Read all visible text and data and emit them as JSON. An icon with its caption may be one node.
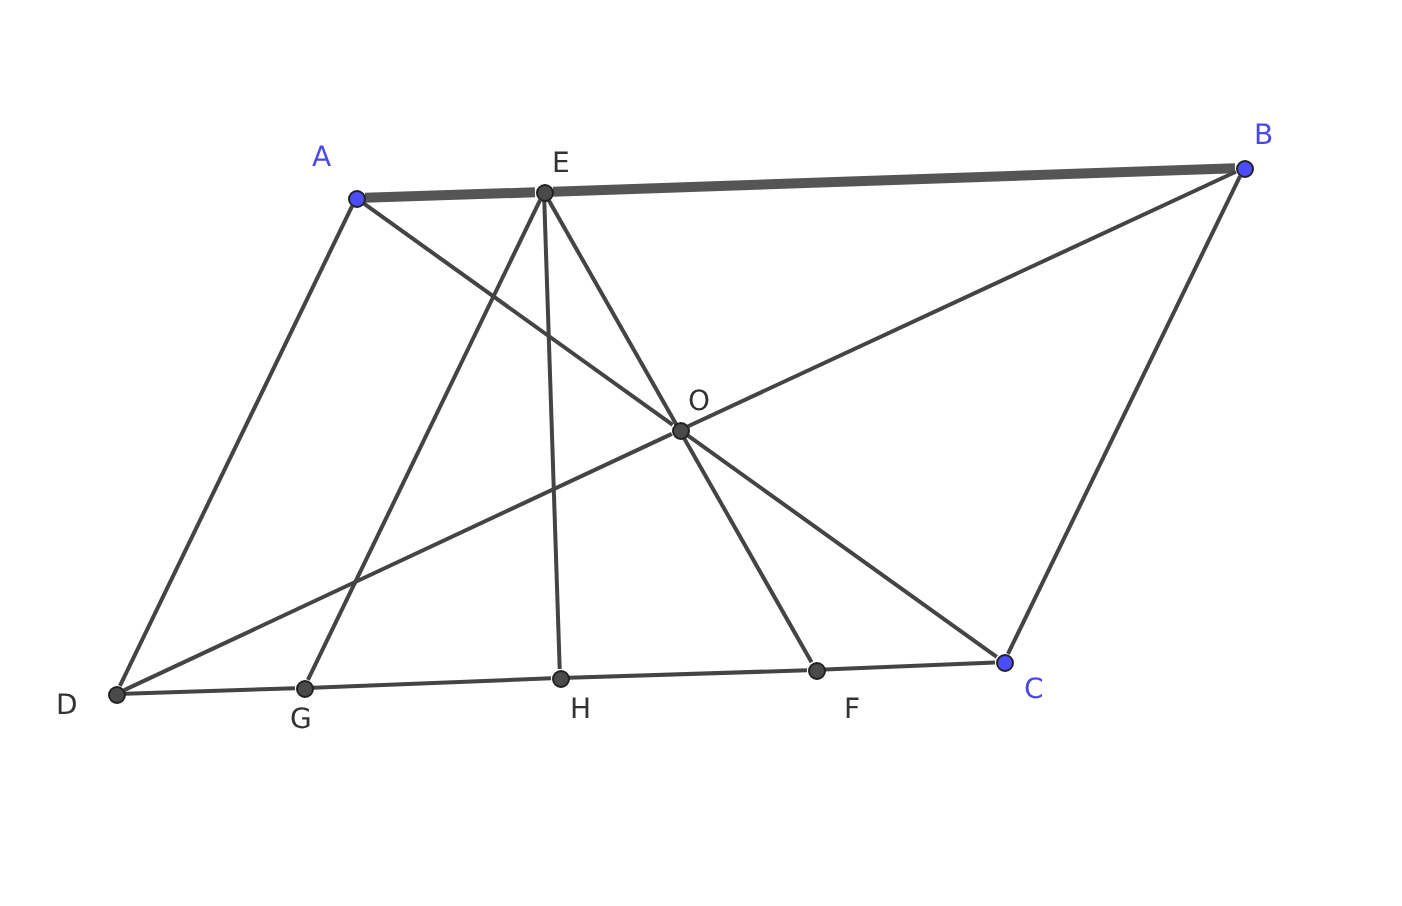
{
  "diagram": {
    "nodes": [
      {
        "text": [
          "A"
        ]
      },
      {
        "text": [
          "E"
        ]
      },
      {
        "text": [
          "B"
        ]
      },
      {
        "text": [
          "O"
        ]
      },
      {
        "text": [
          "D"
        ]
      },
      {
        "text": [
          "G"
        ]
      },
      {
        "text": [
          "H"
        ]
      },
      {
        "text": [
          "F"
        ]
      },
      {
        "text": [
          "C"
        ]
      }
    ],
    "edges": [
      {
        "from": 0,
        "to": 1,
        "arrow": "none",
        "style": "thick"
      },
      {
        "from": 1,
        "to": 2,
        "arrow": "none",
        "style": "thick"
      },
      {
        "from": 0,
        "to": 4,
        "arrow": "none"
      },
      {
        "from": 0,
        "to": 3,
        "arrow": "none"
      },
      {
        "from": 3,
        "to": 8,
        "arrow": "none"
      },
      {
        "from": 4,
        "to": 3,
        "arrow": "none"
      },
      {
        "from": 3,
        "to": 2,
        "arrow": "none"
      },
      {
        "from": 2,
        "to": 8,
        "arrow": "none"
      },
      {
        "from": 4,
        "to": 5,
        "arrow": "none"
      },
      {
        "from": 5,
        "to": 6,
        "arrow": "none"
      },
      {
        "from": 6,
        "to": 7,
        "arrow": "none"
      },
      {
        "from": 7,
        "to": 8,
        "arrow": "none"
      },
      {
        "from": 1,
        "to": 5,
        "arrow": "none"
      },
      {
        "from": 1,
        "to": 6,
        "arrow": "none"
      },
      {
        "from": 1,
        "to": 7,
        "arrow": "none"
      }
    ]
  }
}
